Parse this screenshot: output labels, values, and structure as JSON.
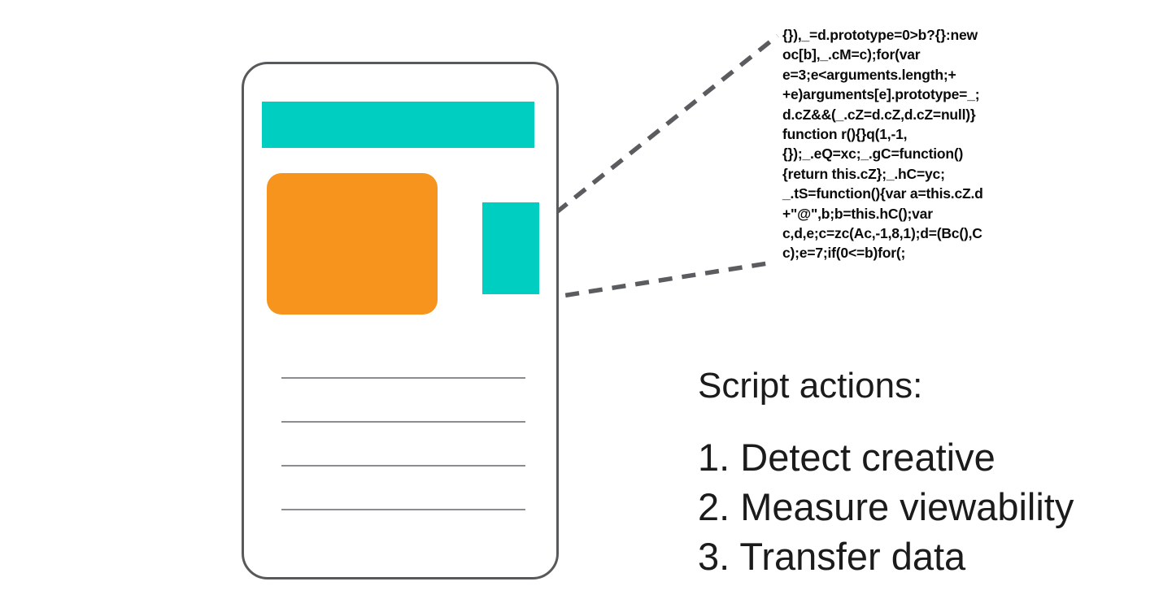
{
  "colors": {
    "teal": "#00CEC0",
    "orange": "#F6941E",
    "outline": "#58595B",
    "connector": "#5B5C5F",
    "marker": "#A7A9AC",
    "text": "#1B1B1B",
    "placeholder-line": "#8A8C8F"
  },
  "phone": {
    "text_line_count": 4
  },
  "code_snippet": {
    "lines": [
      "{}),_=d.prototype=0>b?{}:new",
      "oc[b],_.cM=c);for(var",
      "e=3;e<arguments.length;+",
      "+e)arguments[e].prototype=_;",
      "d.cZ&&(_.cZ=d.cZ,d.cZ=null)}",
      "function r(){}q(1,-1,",
      "{});_.eQ=xc;_.gC=function()",
      "{return this.cZ};_.hC=yc;",
      "_.tS=function(){var a=this.cZ.d",
      "+\"@\",b;b=this.hC();var",
      "c,d,e;c=zc(Ac,-1,8,1);d=(Bc(),C",
      "c);e=7;if(0<=b)for(;"
    ]
  },
  "actions": {
    "title": "Script actions:",
    "items": [
      "1. Detect creative",
      "2. Measure viewability",
      "3. Transfer data"
    ]
  }
}
